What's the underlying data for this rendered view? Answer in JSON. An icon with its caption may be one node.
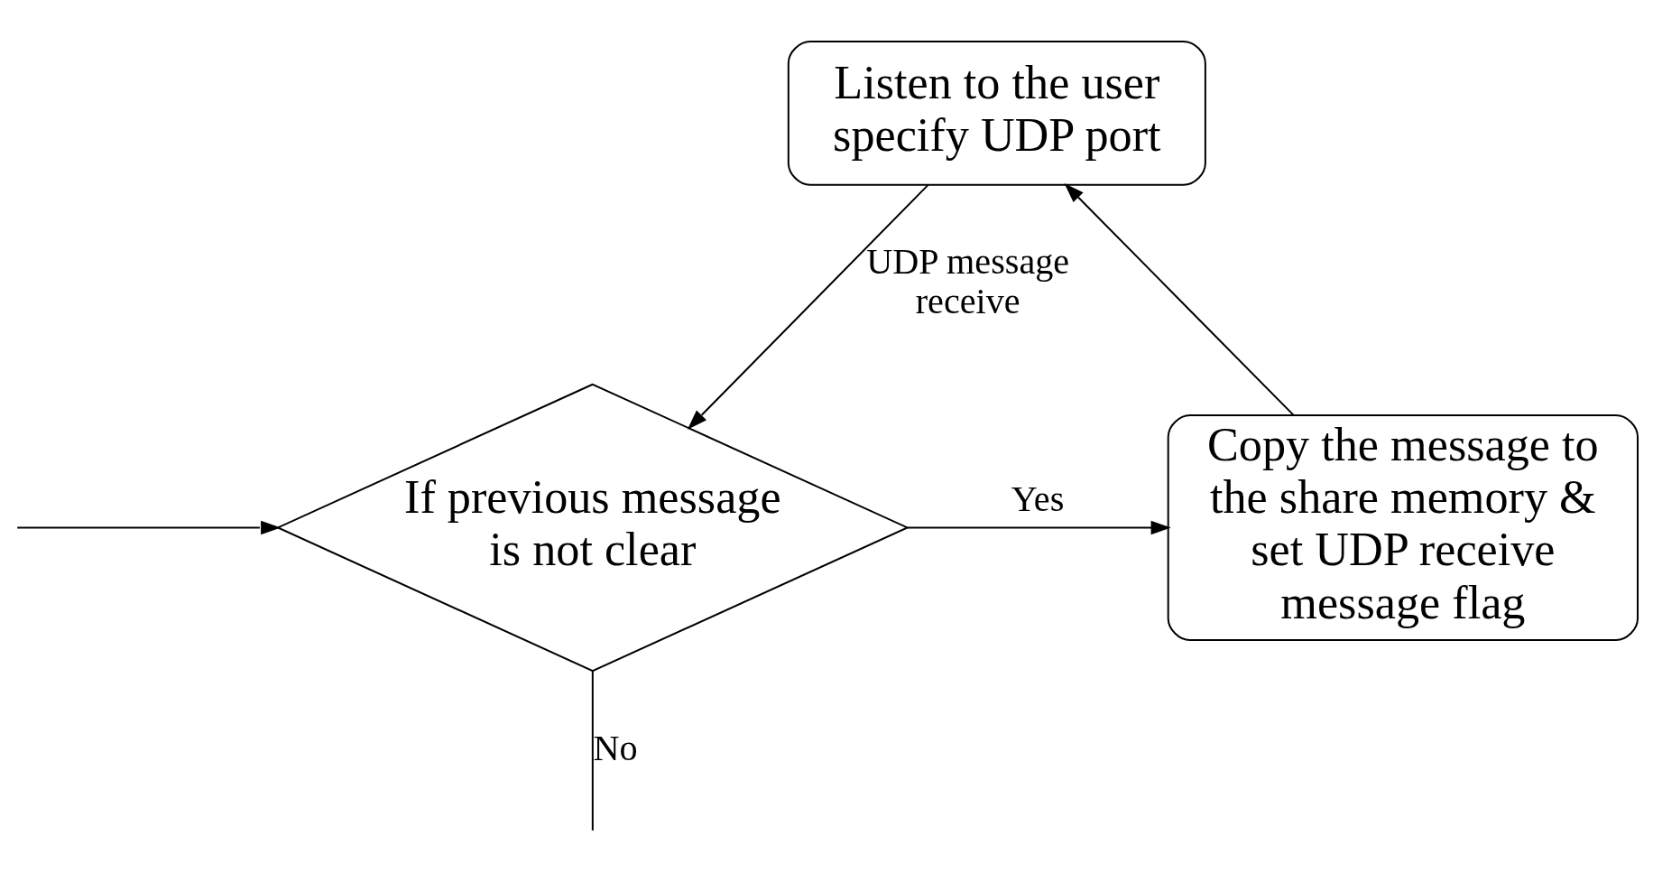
{
  "diagram": {
    "nodes": [
      {
        "text": [
          "Listen to the user specify UDP port"
        ]
      },
      {
        "text": [
          "If previous message is not clear"
        ]
      },
      {
        "text": [
          "Copy the message to the share memory & set UDP receive message flag"
        ]
      }
    ],
    "edges": [
      {
        "from": 0,
        "to": 1,
        "arrow": "to",
        "label": "UDP message receive"
      },
      {
        "from": 1,
        "to": 2,
        "arrow": "to",
        "label": "Yes"
      },
      {
        "from": 2,
        "to": 0,
        "arrow": "to"
      },
      {
        "from": null,
        "to": 1,
        "arrow": "to"
      },
      {
        "from": 1,
        "to": null,
        "arrow": "none",
        "label": "No"
      }
    ]
  }
}
